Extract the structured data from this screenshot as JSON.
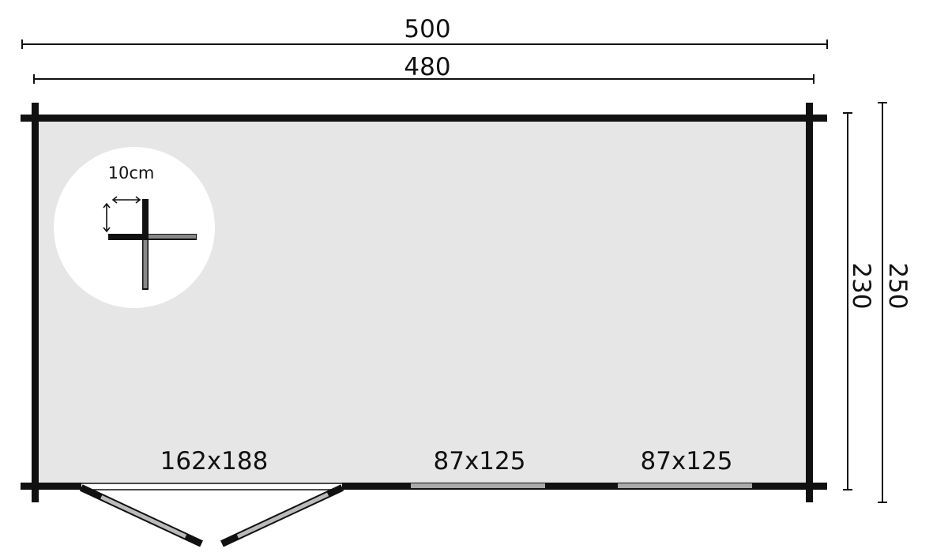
{
  "dimensions": {
    "outer_width": "500",
    "inner_width": "480",
    "inner_depth": "230",
    "outer_depth": "250"
  },
  "wall_detail": {
    "thickness_label": "10cm"
  },
  "openings": [
    {
      "type": "double-door",
      "label": "162x188"
    },
    {
      "type": "window",
      "label": "87x125"
    },
    {
      "type": "window",
      "label": "87x125"
    }
  ],
  "colors": {
    "floor": "#e6e6e6",
    "wall": "#111111",
    "glass": "#aaaaaa"
  }
}
